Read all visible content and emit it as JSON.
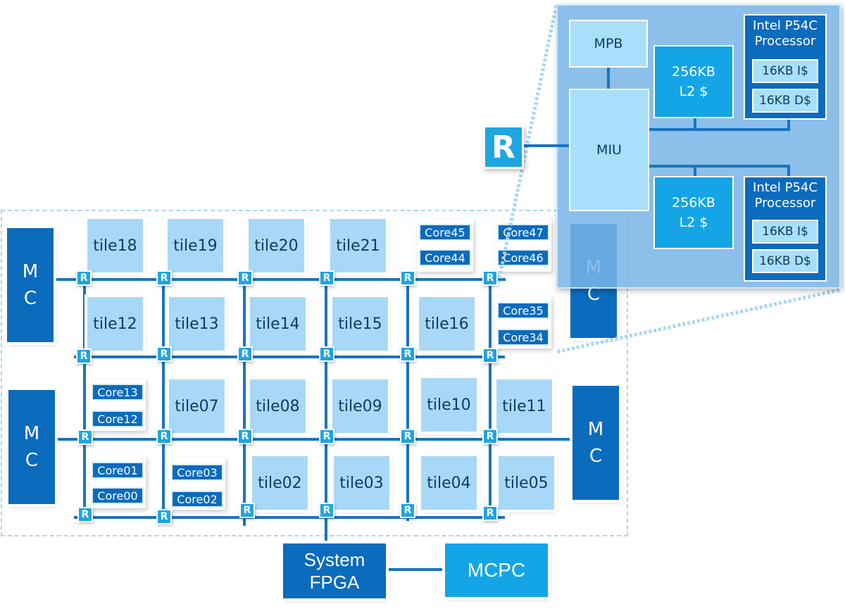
{
  "memory_controllers": {
    "mc_top_left": "M\nC",
    "mc_bottom_left": "M\nC",
    "mc_right": "M\nC",
    "mc_top_right_partial": "M\nC"
  },
  "tiles": {
    "tile18": "tile18",
    "tile19": "tile19",
    "tile20": "tile20",
    "tile21": "tile21",
    "tile12": "tile12",
    "tile13": "tile13",
    "tile14": "tile14",
    "tile15": "tile15",
    "tile16": "tile16",
    "tile07": "tile07",
    "tile08": "tile08",
    "tile09": "tile09",
    "tile10": "tile10",
    "tile11": "tile11",
    "tile02": "tile02",
    "tile03": "tile03",
    "tile04": "tile04",
    "tile05": "tile05"
  },
  "cores": {
    "core45": "Core45",
    "core44": "Core44",
    "core47": "Core47",
    "core46": "Core46",
    "core35": "Core35",
    "core34": "Core34",
    "core13": "Core13",
    "core12": "Core12",
    "core01": "Core01",
    "core00": "Core00",
    "core03": "Core03",
    "core02": "Core02"
  },
  "router_label": "R",
  "system_fpga": "System\nFPGA",
  "mcpc": "MCPC",
  "inset": {
    "router": "R",
    "mpb": "MPB",
    "miu": "MIU",
    "l2_top": "256KB\nL2 $",
    "l2_bottom": "256KB\nL2 $",
    "processor_top": {
      "title": "Intel P54C\nProcessor",
      "icache": "16KB I$",
      "dcache": "16KB D$"
    },
    "processor_bottom": {
      "title": "Intel P54C\nProcessor",
      "icache": "16KB I$",
      "dcache": "16KB D$"
    }
  }
}
